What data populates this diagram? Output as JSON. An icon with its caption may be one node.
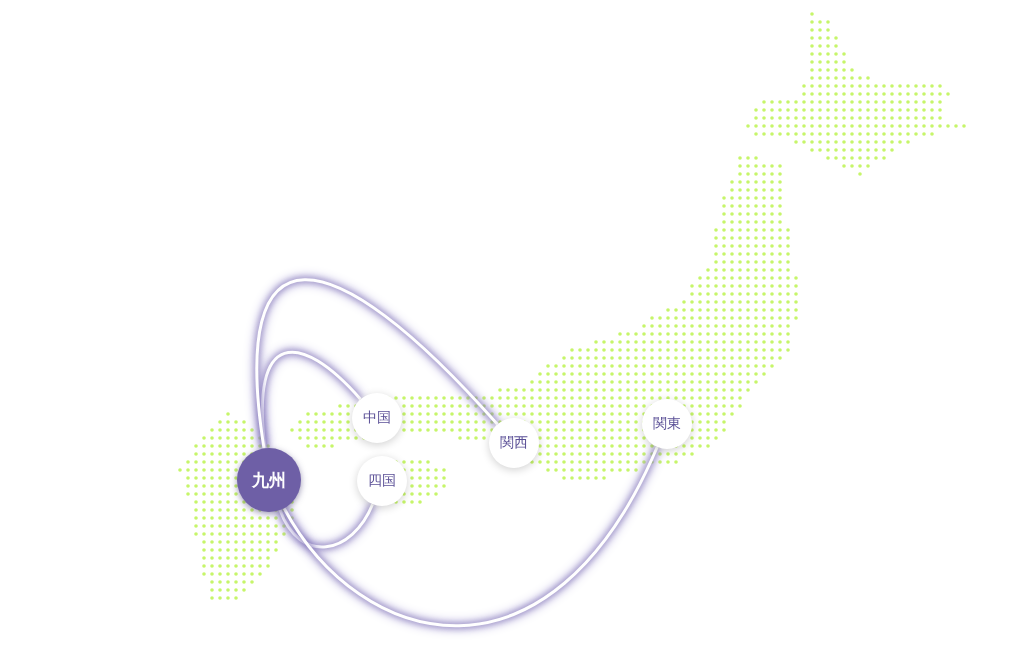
{
  "diagram": {
    "nodes": [
      {
        "text": [
          "九州"
        ]
      },
      {
        "text": [
          "中国"
        ]
      },
      {
        "text": [
          "四国"
        ]
      },
      {
        "text": [
          "関西"
        ]
      },
      {
        "text": [
          "関東"
        ]
      }
    ],
    "edges": [
      {
        "from": 0,
        "to": 1,
        "arrow": "none"
      },
      {
        "from": 0,
        "to": 3,
        "arrow": "none"
      },
      {
        "from": 0,
        "to": 2,
        "arrow": "none"
      },
      {
        "from": 0,
        "to": 4,
        "arrow": "none"
      }
    ]
  }
}
